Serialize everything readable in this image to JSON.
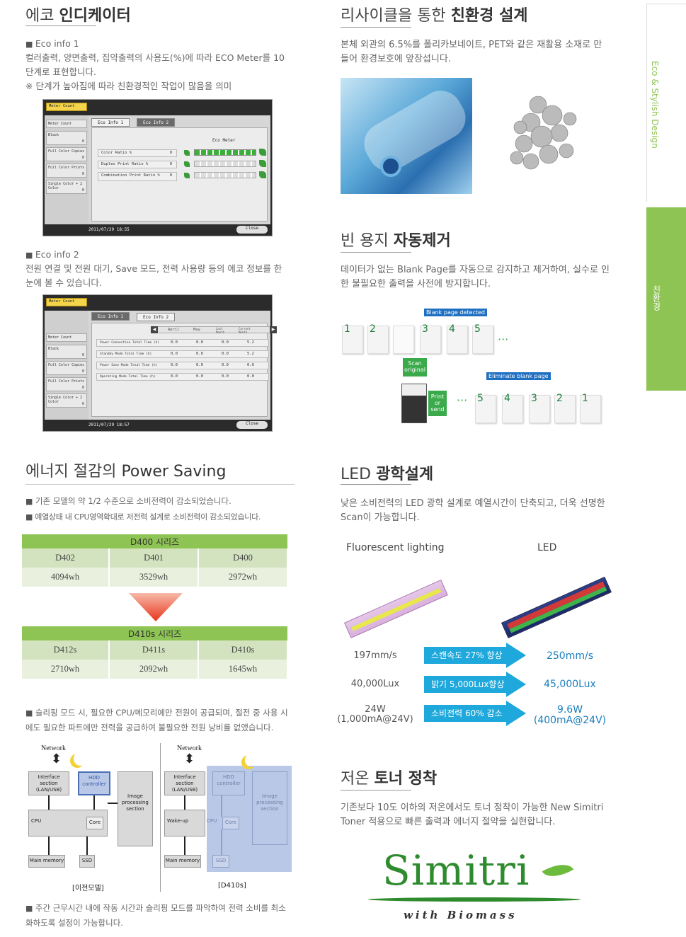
{
  "eco": {
    "title_light": "에코",
    "title_bold": "인디케이터",
    "info1_head": "Eco info 1",
    "info1_text": "컬러출력, 양면출력, 집약출력의 사용도(%)에 따라 ECO Meter를 10단계로 표현합니다.",
    "info1_note": "※ 단계가 높아짐에 따라 친환경적인 작업이 많음을 의미",
    "info2_head": "Eco info 2",
    "info2_text": "전원 연결 및 전원 대기, Save 모드, 전력 사용량 등의 에코 정보를 한 눈에 볼 수 있습니다.",
    "screen": {
      "meter_count": "Meter Count",
      "tab1": "Eco Info 1",
      "tab2": "Eco Info 2",
      "side_title": "Meter Count",
      "side_items": [
        {
          "label": "Black",
          "value": "0"
        },
        {
          "label": "Full Color Copies",
          "value": "0"
        },
        {
          "label": "Full Color Prints",
          "value": "0"
        },
        {
          "label": "Single Color + 2 Color",
          "value": "0"
        }
      ],
      "eco_meter_label": "Eco Meter",
      "rows1": [
        {
          "label": "Color Ratio %",
          "value": "0"
        },
        {
          "label": "Duplex Print Ratio %",
          "value": "0"
        },
        {
          "label": "Combination Print Ratio %",
          "value": "0"
        }
      ],
      "cols2": [
        "April",
        "May",
        "Last Month",
        "Current Month"
      ],
      "rows2": [
        {
          "label": "Power Connection Total Time (h)",
          "values": [
            "0.0",
            "0.0",
            "0.0",
            "5.2"
          ]
        },
        {
          "label": "Standby Mode Total Time (h)",
          "values": [
            "0.0",
            "0.0",
            "0.0",
            "5.2"
          ]
        },
        {
          "label": "Power Save Mode Total Time (h)",
          "values": [
            "0.0",
            "0.0",
            "0.0",
            "0.0"
          ]
        },
        {
          "label": "Operating Mode Total Time (h)",
          "values": [
            "0.0",
            "0.0",
            "0.0",
            "0.0"
          ]
        }
      ],
      "date1": "2011/07/29   18:55",
      "date2": "2011/07/29   18:57",
      "close": "Close"
    }
  },
  "recycle": {
    "title_light": "리사이클을 통한",
    "title_bold": "친환경 설계",
    "text": "본체 외관의 6.5%를 폴리카보네이트, PET와 같은 재활용 소재로 만들어 환경보호에 앞장섭니다."
  },
  "blank": {
    "title_light": "빈 용지",
    "title_bold": "자동제거",
    "text": "데이터가 없는 Blank Page를 자동으로 감지하고 제거하여, 실수로 인한 불필요한 출력을 사전에 방지합니다.",
    "detected": "Blank page detected",
    "scan": "Scan original",
    "print": "Print or send",
    "eliminate": "Eliminate blank page",
    "pages_top": [
      "1",
      "2",
      "",
      "3",
      "4",
      "5"
    ],
    "pages_bottom": [
      "5",
      "4",
      "3",
      "2",
      "1"
    ],
    "dots": "···"
  },
  "power": {
    "title_light": "에너지 절감의",
    "title_bold": "Power Saving",
    "b1": "기존 모델의 약 1/2 수준으로 소비전력이 감소되었습니다.",
    "b2": "예열상태 내 CPU영역확대로 저전력 설계로 소비전력이 감소되었습니다.",
    "table1": {
      "title": "D400 시리즈",
      "models": [
        "D402",
        "D401",
        "D400"
      ],
      "values": [
        "4094wh",
        "3529wh",
        "2972wh"
      ]
    },
    "table2": {
      "title": "D410s 시리즈",
      "models": [
        "D412s",
        "D411s",
        "D410s"
      ],
      "values": [
        "2710wh",
        "2092wh",
        "1645wh"
      ]
    },
    "b3": "슬리핑 모드 시, 필요한 CPU/메모리에만 전원이 공급되며, 절전 중 사용 시에도 필요한 파트에만 전력을 공급하여 불필요한 전원 낭비를 없앴습니다.",
    "b4": "주간 근무시간 내에 작동 시간과 슬리핑 모드를 파악하여 전력 소비를 최소화하도록 설정이 가능합니다.",
    "diagram": {
      "network": "Network",
      "interface": "Interface section (LAN/USB)",
      "hdd": "HDD controller",
      "image": "Image processing section",
      "cpu": "CPU",
      "core": "Core",
      "wake": "Wake-up",
      "main_memory": "Main memory",
      "ssd": "SSD",
      "caption_old": "[이전모델]",
      "caption_new": "[D410s]"
    }
  },
  "led": {
    "title_light": "LED",
    "title_bold": "광학설계",
    "text": "낮은 소비전력의 LED 광학 설계로 예열시간이 단축되고, 더욱 선명한 Scan이 가능합니다.",
    "fluor_label": "Fluorescent lighting",
    "led_label": "LED",
    "rows": [
      {
        "left": "197mm/s",
        "arrow": "스캔속도 27% 향상",
        "right": "250mm/s"
      },
      {
        "left": "40,000Lux",
        "arrow": "밝기 5,000Lux향상",
        "right": "45,000Lux"
      },
      {
        "left": "24W (1,000mA@24V)",
        "arrow": "소비전력 60% 감소",
        "right": "9.6W (400mA@24V)"
      }
    ]
  },
  "toner": {
    "title_light": "저온",
    "title_bold": "토너 정착",
    "text": "기존보다 10도 이하의 저온에서도 토너 정착이 가능한 New Simitri Toner 적용으로 빠른 출력과 에너지 절약을 실현합니다.",
    "logo": "Simitri",
    "logo_sub": "with Biomass"
  },
  "side": {
    "eco_tab": "Eco & Stylish Design",
    "green_tab": "친환경"
  },
  "colors": {
    "green": "#8dc453",
    "blue_arrow": "#1ea8db",
    "logo_green": "#2e8b2e"
  }
}
